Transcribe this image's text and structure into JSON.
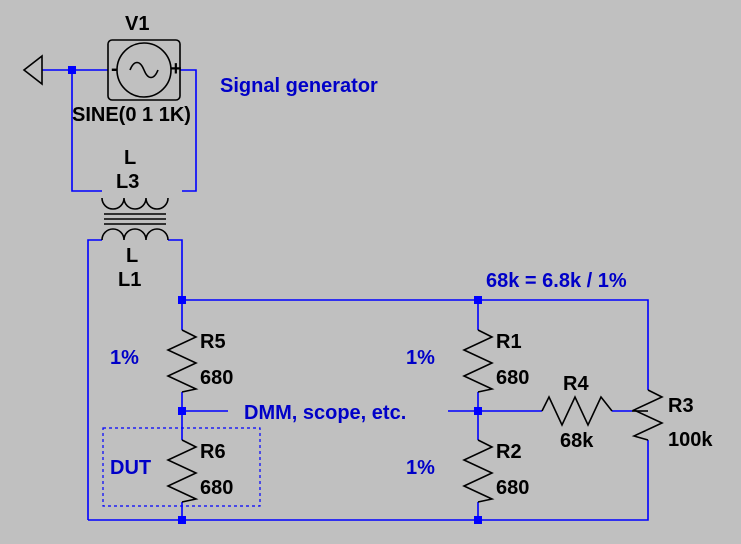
{
  "source": {
    "name": "V1",
    "value": "SINE(0 1 1K)",
    "minus_sign": "-",
    "plus_sign": "+"
  },
  "signal_generator_label": "Signal generator",
  "transformer": {
    "primary": {
      "name": "L3",
      "value": "L"
    },
    "secondary": {
      "name": "L1",
      "value": "L"
    }
  },
  "resistors": {
    "R1": {
      "name": "R1",
      "value": "680",
      "tolerance": "1%"
    },
    "R2": {
      "name": "R2",
      "value": "680",
      "tolerance": "1%"
    },
    "R3": {
      "name": "R3",
      "value": "100k"
    },
    "R4": {
      "name": "R4",
      "value": "68k"
    },
    "R5": {
      "name": "R5",
      "value": "680",
      "tolerance": "1%"
    },
    "R6": {
      "name": "R6",
      "value": "680"
    }
  },
  "notes": {
    "r4_note": "68k = 6.8k / 1%",
    "measure": "DMM, scope, etc.",
    "dut": "DUT"
  },
  "colors": {
    "background": "#c0c0c0",
    "wire": "#0000ff",
    "component": "#000000",
    "annotation": "#0000c8"
  }
}
